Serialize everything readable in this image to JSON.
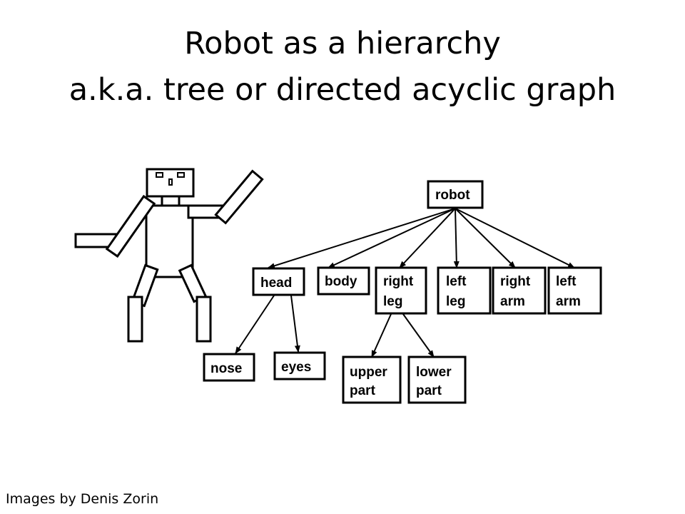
{
  "title": {
    "line1": "Robot as a hierarchy",
    "line2": "a.k.a. tree or directed acyclic graph"
  },
  "credit": "Images by Denis Zorin",
  "tree": {
    "root": "robot",
    "level1": [
      {
        "id": "head",
        "lines": [
          "head"
        ]
      },
      {
        "id": "body",
        "lines": [
          "body"
        ]
      },
      {
        "id": "right-leg",
        "lines": [
          "right",
          "leg"
        ]
      },
      {
        "id": "left-leg",
        "lines": [
          "left",
          "leg"
        ]
      },
      {
        "id": "right-arm",
        "lines": [
          "right",
          "arm"
        ]
      },
      {
        "id": "left-arm",
        "lines": [
          "left",
          "arm"
        ]
      }
    ],
    "head_children": [
      {
        "id": "nose",
        "lines": [
          "nose"
        ]
      },
      {
        "id": "eyes",
        "lines": [
          "eyes"
        ]
      }
    ],
    "right_leg_children": [
      {
        "id": "upper-part",
        "lines": [
          "upper",
          "part"
        ]
      },
      {
        "id": "lower-part",
        "lines": [
          "lower",
          "part"
        ]
      }
    ]
  }
}
